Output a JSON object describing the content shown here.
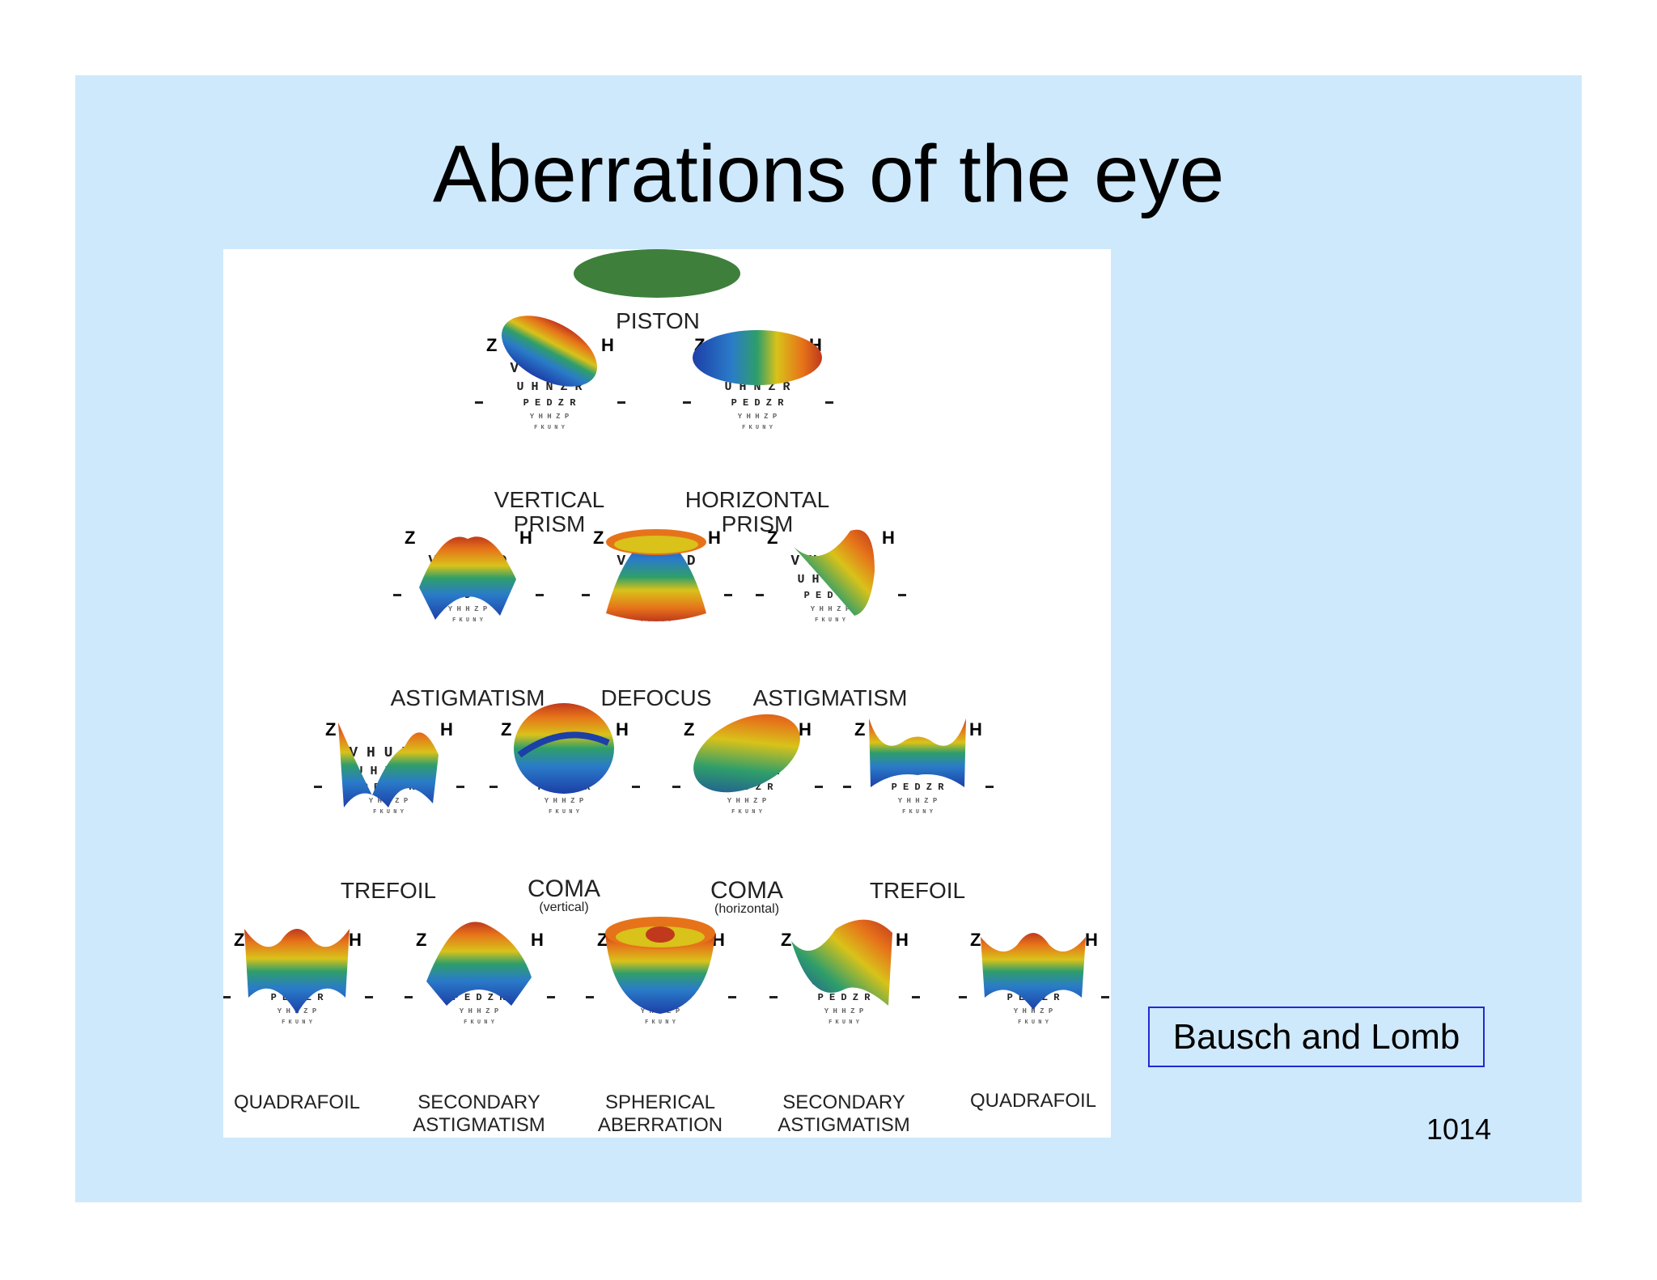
{
  "slide": {
    "title": "Aberrations of the eye",
    "credit": "Bausch and Lomb",
    "page_number": "1014"
  },
  "figure": {
    "letter_rows": [
      "Z",
      "V",
      "U H N Z R",
      "P E D Z R",
      "Y H H Z P",
      "F K U N Y"
    ],
    "labels": {
      "piston": "PISTON",
      "vertical_prism": [
        "VERTICAL",
        "PRISM"
      ],
      "horizontal_prism": [
        "HORIZONTAL",
        "PRISM"
      ],
      "astigmatism_left": "ASTIGMATISM",
      "defocus": "DEFOCUS",
      "astigmatism_right": "ASTIGMATISM",
      "trefoil_left": "TREFOIL",
      "coma_vertical": [
        "COMA",
        "(vertical)"
      ],
      "coma_horizontal": [
        "COMA",
        "(horizontal)"
      ],
      "trefoil_right": "TREFOIL",
      "quadrafoil_left": "QUADRAFOIL",
      "secondary_astigmatism_left": [
        "SECONDARY",
        "ASTIGMATISM"
      ],
      "spherical_aberration": [
        "SPHERICAL",
        "ABERRATION"
      ],
      "secondary_astigmatism_right": [
        "SECONDARY",
        "ASTIGMATISM"
      ],
      "quadrafoil_right": "QUADRAFOIL"
    },
    "colors": {
      "piston_green": "#3f7f3c",
      "ramp": [
        "#1c3fa8",
        "#2a7bc9",
        "#2f9e6a",
        "#8fbf2a",
        "#e9c21a",
        "#e6731a",
        "#c0391c"
      ]
    }
  }
}
